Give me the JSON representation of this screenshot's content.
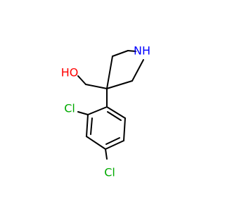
{
  "molecule": {
    "atoms": {
      "hydroxyl": {
        "text": "HO",
        "color": "#ff0000"
      },
      "amine": {
        "text": "NH",
        "color": "#0000ff"
      },
      "chloro_ortho": {
        "text": "Cl",
        "color": "#00aa00"
      },
      "chloro_para": {
        "text": "Cl",
        "color": "#00aa00"
      }
    },
    "bond_color": "#000000",
    "background": "#ffffff"
  }
}
